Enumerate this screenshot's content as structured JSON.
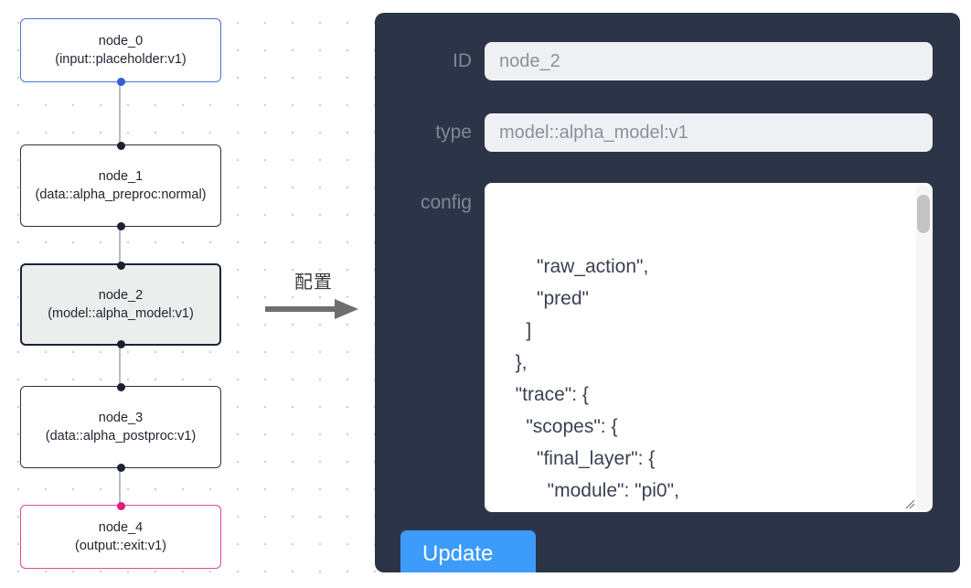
{
  "canvas": {
    "grid": "dot-grid",
    "nodes": [
      {
        "id": "node_0",
        "title": "node_0",
        "subtitle": "(input::placeholder:v1)",
        "kind": "input",
        "selected": false,
        "accent": "#4a73d6"
      },
      {
        "id": "node_1",
        "title": "node_1",
        "subtitle": "(data::alpha_preproc:normal)",
        "kind": "default",
        "selected": false,
        "accent": "#2b3245"
      },
      {
        "id": "node_2",
        "title": "node_2",
        "subtitle": "(model::alpha_model:v1)",
        "kind": "default",
        "selected": true,
        "accent": "#1b2335"
      },
      {
        "id": "node_3",
        "title": "node_3",
        "subtitle": "(data::alpha_postproc:v1)",
        "kind": "default",
        "selected": false,
        "accent": "#2b3245"
      },
      {
        "id": "node_4",
        "title": "node_4",
        "subtitle": "(output::exit:v1)",
        "kind": "output",
        "selected": false,
        "accent": "#e5459a"
      }
    ]
  },
  "annotation": {
    "label": "配置",
    "arrow_icon": "right-arrow-icon",
    "color": "#6e6e6e"
  },
  "panel": {
    "background": "#2c3547",
    "fields": {
      "id": {
        "label": "ID",
        "value": "node_2",
        "placeholder": "node_2"
      },
      "type": {
        "label": "type",
        "value": "model::alpha_model:v1",
        "placeholder": "model::alpha_model:v1"
      },
      "config": {
        "label": "config",
        "value": "      \"raw_action\",\n      \"pred\"\n    ]\n  },\n  \"trace\": {\n    \"scopes\": {\n      \"final_layer\": {\n        \"module\": \"pi0\",\n        \"mark_scope\": false\n      },\n      \"action_model\": {"
      }
    },
    "scrollbar": {
      "thumb_position": "near-top"
    },
    "resize_handle_icon": "resize-grip-icon",
    "update_button": {
      "label": "Update",
      "color": "#3d9bfb"
    }
  }
}
